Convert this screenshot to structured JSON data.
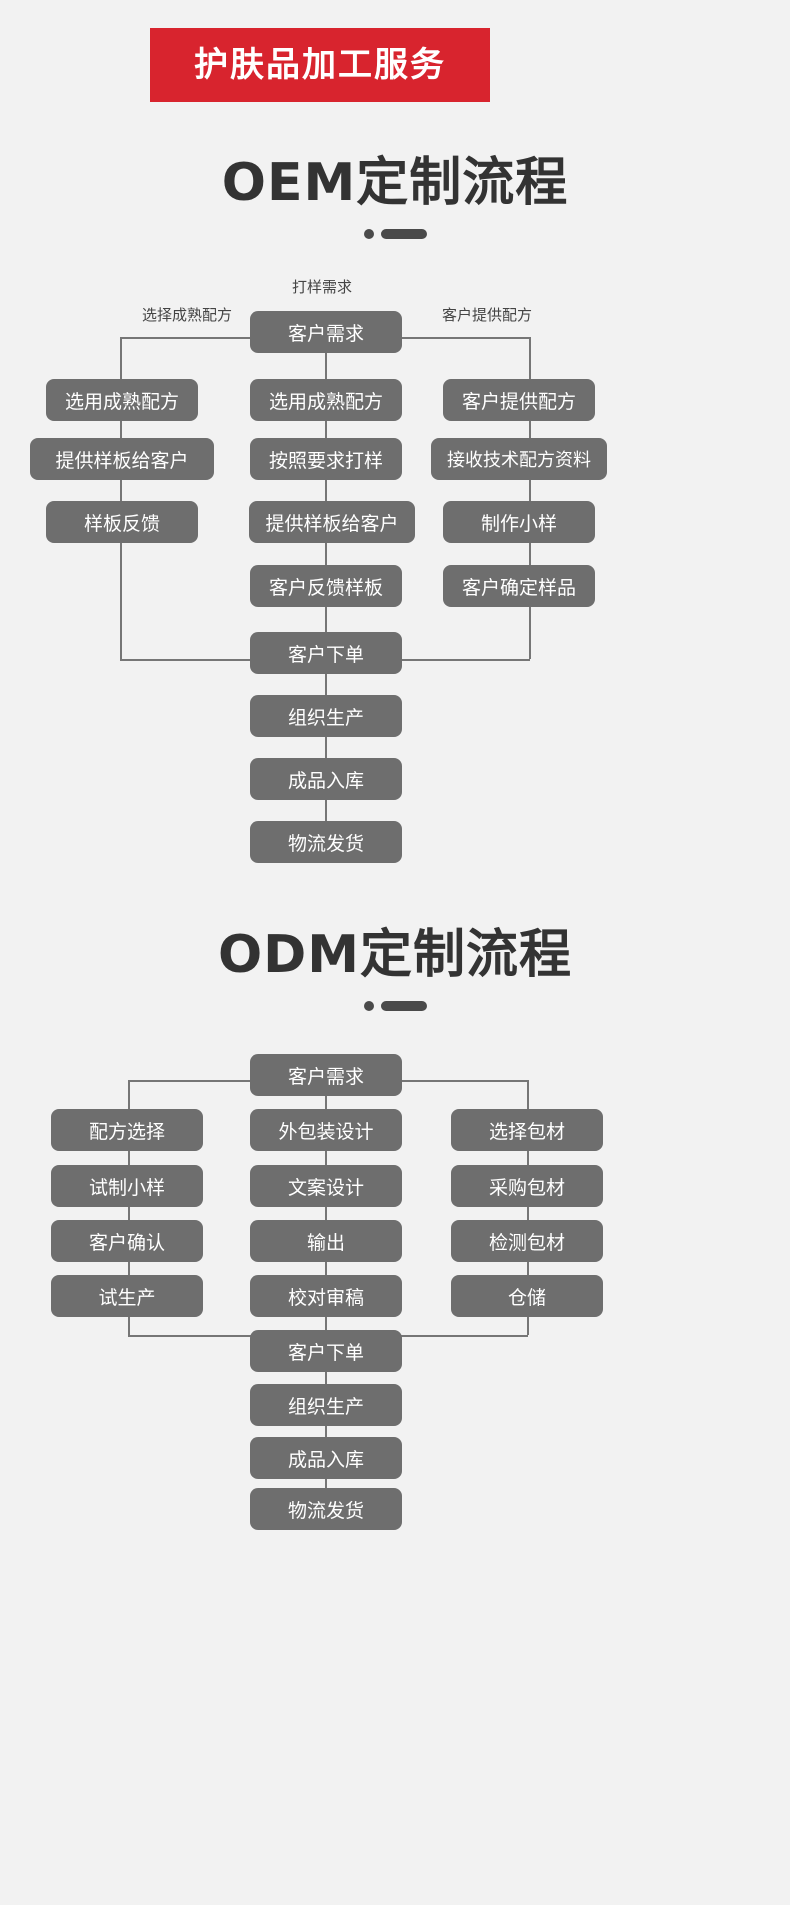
{
  "banner": {
    "text": "护肤品加工服务",
    "bg_color": "#d8242e",
    "text_color": "#ffffff"
  },
  "theme": {
    "page_bg": "#f2f2f2",
    "node_bg": "#6e6e6e",
    "node_text": "#ffffff",
    "line_color": "#767676",
    "title_color": "#333333",
    "caption_color": "#444444"
  },
  "sections": [
    {
      "title": "OEM定制流程",
      "root": "客户需求",
      "branch_captions": {
        "left": "选择成熟配方",
        "center": "打样需求",
        "right": "客户提供配方"
      },
      "columns": {
        "left": [
          "选用成熟配方",
          "提供样板给客户",
          "样板反馈"
        ],
        "center": [
          "选用成熟配方",
          "按照要求打样",
          "提供样板给客户",
          "客户反馈样板"
        ],
        "right": [
          "客户提供配方",
          "接收技术配方资料",
          "制作小样",
          "客户确定样品"
        ]
      },
      "merge": "客户下单",
      "tail": [
        "组织生产",
        "成品入库",
        "物流发货"
      ]
    },
    {
      "title": "ODM定制流程",
      "root": "客户需求",
      "branch_captions": {
        "left": "",
        "center": "",
        "right": ""
      },
      "columns": {
        "left": [
          "配方选择",
          "试制小样",
          "客户确认",
          "试生产"
        ],
        "center": [
          "外包装设计",
          "文案设计",
          "输出",
          "校对审稿"
        ],
        "right": [
          "选择包材",
          "采购包材",
          "检测包材",
          "仓储"
        ]
      },
      "merge": "客户下单",
      "tail": [
        "组织生产",
        "成品入库",
        "物流发货"
      ]
    }
  ]
}
